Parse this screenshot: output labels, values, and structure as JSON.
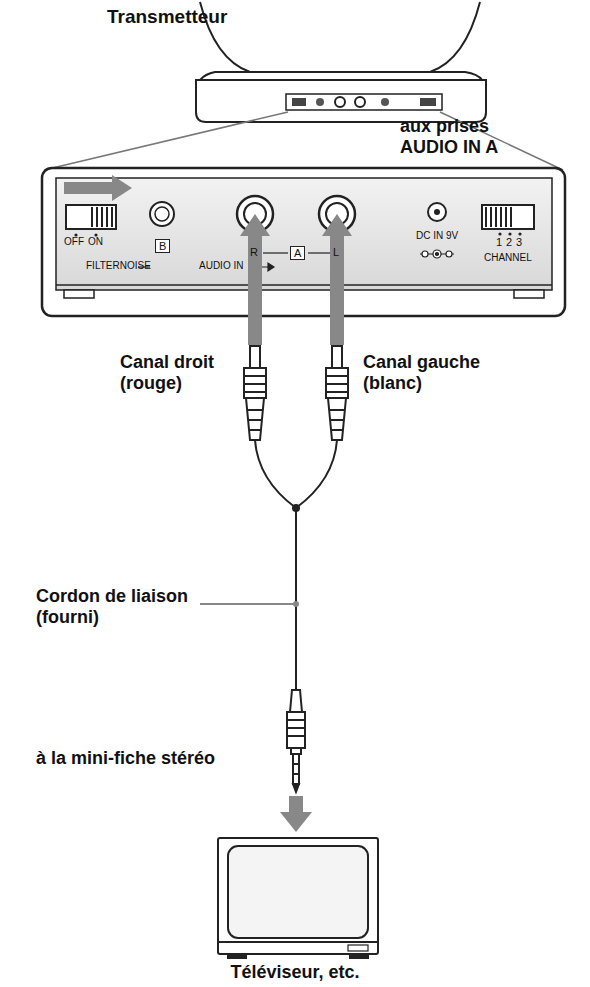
{
  "diagram": {
    "labels": [
      "Transmetteur",
      "aux prises AUDIO IN A",
      "OFF",
      "ON",
      "FILTERNOISE",
      "B",
      "R",
      "A",
      "L",
      "AUDIO IN",
      "DC IN 9V",
      "1",
      "2",
      "3",
      "CHANNEL",
      "Canal droit (rouge)",
      "Canal gauche (blanc)",
      "Cordon de liaison (fourni)",
      "à la mini-fiche stéréo",
      "Téléviseur, etc."
    ]
  }
}
